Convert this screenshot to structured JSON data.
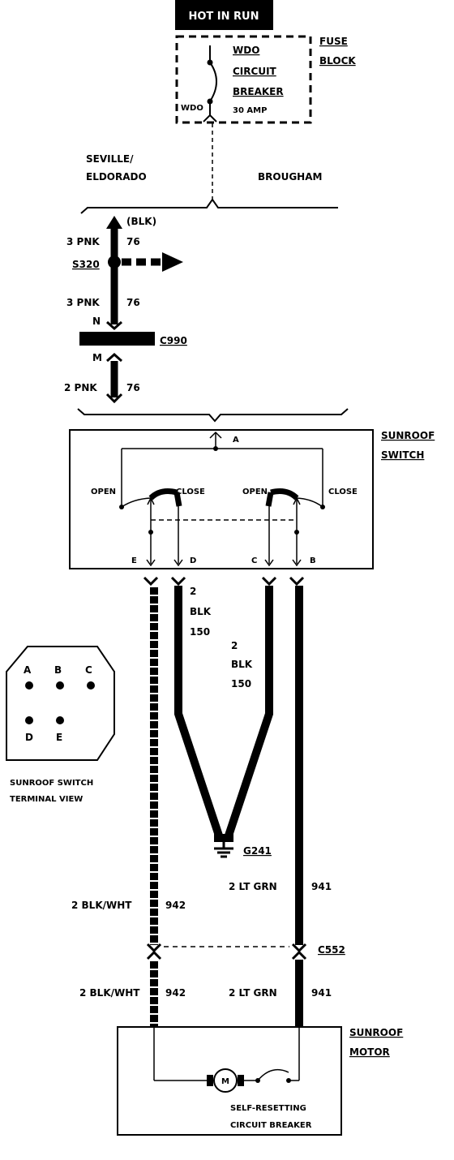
{
  "header": {
    "hot_in_run": "HOT IN RUN"
  },
  "fuse_block": {
    "title_line1": "FUSE",
    "title_line2": "BLOCK",
    "breaker_line1": "WDO",
    "breaker_line2": "CIRCUIT",
    "breaker_line3": "BREAKER",
    "rating": "30 AMP",
    "terminal": "WDO"
  },
  "models": {
    "left_line1": "SEVILLE/",
    "left_line2": "ELDORADO",
    "right": "BROUGHAM"
  },
  "upper_harness": {
    "blk_note": "(BLK)",
    "wire1_gauge_color": "3 PNK",
    "wire1_circuit": "76",
    "splice": "S320",
    "wire2_gauge_color": "3 PNK",
    "wire2_circuit": "76",
    "connector": "C990",
    "pin_top": "N",
    "pin_bottom": "M",
    "wire3_gauge_color": "2 PNK",
    "wire3_circuit": "76"
  },
  "sunroof_switch": {
    "title_line1": "SUNROOF",
    "title_line2": "SWITCH",
    "terminal_a": "A",
    "open_left": "OPEN",
    "close_left": "CLOSE",
    "open_right": "OPEN",
    "close_right": "CLOSE",
    "terminal_e": "E",
    "terminal_d": "D",
    "terminal_c": "C",
    "terminal_b": "B"
  },
  "ground_wires": {
    "left_gauge": "2",
    "left_color": "BLK",
    "left_circuit": "150",
    "right_gauge": "2",
    "right_color": "BLK",
    "right_circuit": "150",
    "ground": "G241"
  },
  "terminal_view": {
    "pin_a": "A",
    "pin_b": "B",
    "pin_c": "C",
    "pin_d": "D",
    "pin_e": "E",
    "caption_line1": "SUNROOF SWITCH",
    "caption_line2": "TERMINAL VIEW"
  },
  "motor_wires": {
    "left_upper_gauge_color": "2 BLK/WHT",
    "left_upper_circuit": "942",
    "right_upper_gauge_color": "2 LT GRN",
    "right_upper_circuit": "941",
    "connector": "C552",
    "left_lower_gauge_color": "2 BLK/WHT",
    "left_lower_circuit": "942",
    "right_lower_gauge_color": "2 LT GRN",
    "right_lower_circuit": "941"
  },
  "sunroof_motor": {
    "title_line1": "SUNROOF",
    "title_line2": "MOTOR",
    "motor_symbol": "M",
    "breaker_line1": "SELF-RESETTING",
    "breaker_line2": "CIRCUIT BREAKER"
  }
}
